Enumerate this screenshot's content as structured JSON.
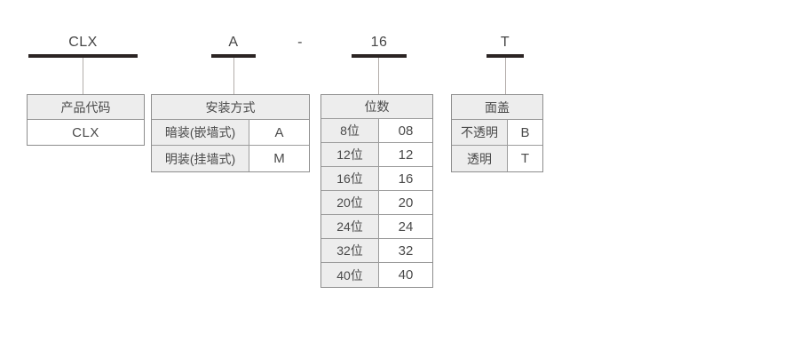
{
  "model_code": {
    "segments": [
      {
        "text": "CLX"
      },
      {
        "text": "A"
      },
      {
        "text": "16"
      },
      {
        "text": "T"
      }
    ],
    "separator": "-"
  },
  "tables": {
    "product_code": {
      "header": "产品代码",
      "rows": [
        {
          "label": "CLX"
        }
      ]
    },
    "mounting": {
      "header": "安装方式",
      "rows": [
        {
          "label": "暗装(嵌墙式)",
          "code": "A"
        },
        {
          "label": "明装(挂墙式)",
          "code": "M"
        }
      ]
    },
    "ways": {
      "header": "位数",
      "rows": [
        {
          "label": "8位",
          "code": "08"
        },
        {
          "label": "12位",
          "code": "12"
        },
        {
          "label": "16位",
          "code": "16"
        },
        {
          "label": "20位",
          "code": "20"
        },
        {
          "label": "24位",
          "code": "24"
        },
        {
          "label": "32位",
          "code": "32"
        },
        {
          "label": "40位",
          "code": "40"
        }
      ]
    },
    "cover": {
      "header": "面盖",
      "rows": [
        {
          "label": "不透明",
          "code": "B"
        },
        {
          "label": "透明",
          "code": "T"
        }
      ]
    }
  },
  "colors": {
    "bar": "#2b2423",
    "table_border": "#8d8d8d",
    "inner_border": "#9c9c9c",
    "header_bg": "#ededed",
    "text": "#4a4a4a",
    "connector": "#b3adaa"
  }
}
